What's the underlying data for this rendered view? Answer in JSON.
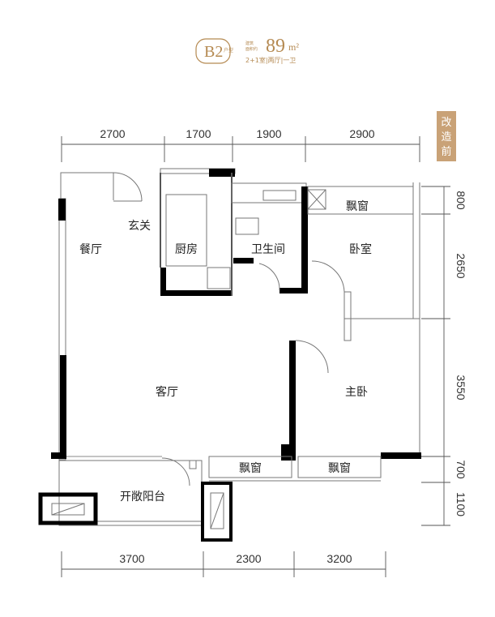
{
  "header": {
    "unit_code": "B2",
    "unit_suffix": "户型",
    "area_small_1": "建筑",
    "area_small_2": "面积约",
    "area_value": "89",
    "area_unit": "m²",
    "layout_desc": "2+1室|两厅|一卫"
  },
  "badge": {
    "text": "改造前"
  },
  "dimensions": {
    "top": [
      "2700",
      "1700",
      "1900",
      "2900"
    ],
    "bottom": [
      "3700",
      "2300",
      "3200"
    ],
    "right": [
      "800",
      "2650",
      "3550",
      "700",
      "1100"
    ]
  },
  "rooms": {
    "dining": "餐厅",
    "entrance": "玄关",
    "kitchen": "厨房",
    "bathroom": "卫生间",
    "bedroom": "卧室",
    "bay_window_top": "飘窗",
    "living": "客厅",
    "master": "主卧",
    "bay_window_left": "飘窗",
    "bay_window_right": "飘窗",
    "balcony": "开敞阳台"
  },
  "colors": {
    "accent": "#b58a52",
    "wall": "#000000"
  }
}
